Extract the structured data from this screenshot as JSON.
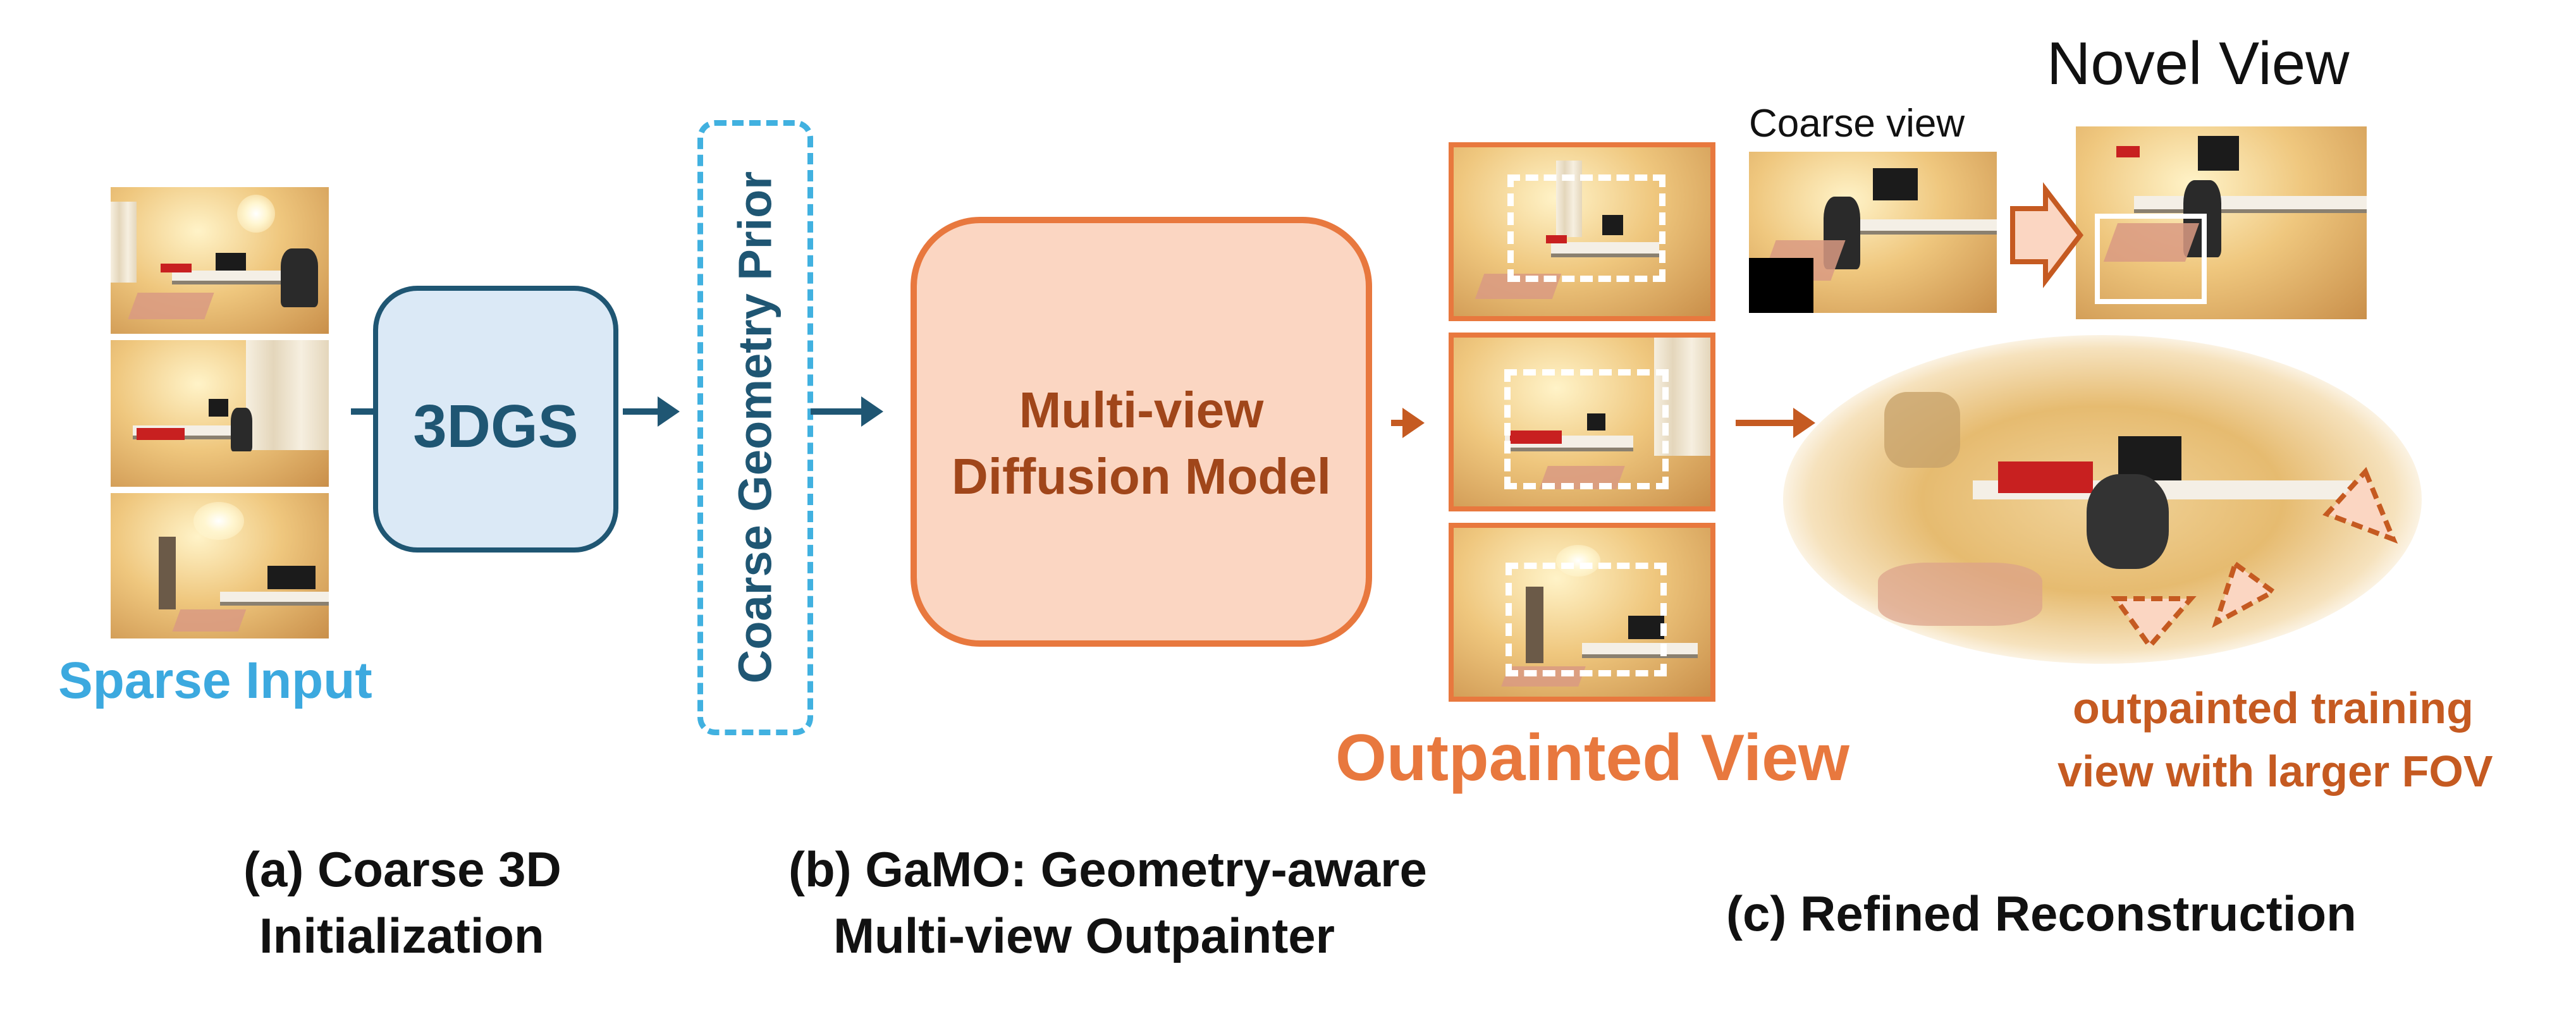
{
  "labels": {
    "sparse_input": "Sparse Input",
    "threedgs": "3DGS",
    "coarse_geometry_prior": "Coarse Geometry Prior",
    "mv_line1": "Multi-view",
    "mv_line2": "Diffusion Model",
    "outpainted_view": "Outpainted View",
    "coarse_view": "Coarse view",
    "novel_view": "Novel View",
    "outpainted_training_line1": "outpainted training",
    "outpainted_training_line2": "view with larger FOV"
  },
  "captions": {
    "a_line1": "(a) Coarse 3D",
    "a_line2": "Initialization",
    "b_line1": "(b) GaMO: Geometry-aware",
    "b_line2": "Multi-view Outpainter",
    "c_line1": "(c) Refined Reconstruction"
  },
  "colors": {
    "sparse_input_blue": "#3ca9df",
    "dgs_fill": "#dbe9f6",
    "dgs_border": "#1f5673",
    "dgs_text": "#1f5673",
    "prior_dash": "#41b1e0",
    "mv_fill": "#fbd6c2",
    "mv_border": "#e8783e",
    "mv_text": "#a0461a",
    "orange_arrow": "#c55a21",
    "outpainted_text": "#e8783e",
    "training_text": "#c55a21",
    "frame_orange": "#e8783e",
    "dark_arrow": "#1f5673"
  }
}
